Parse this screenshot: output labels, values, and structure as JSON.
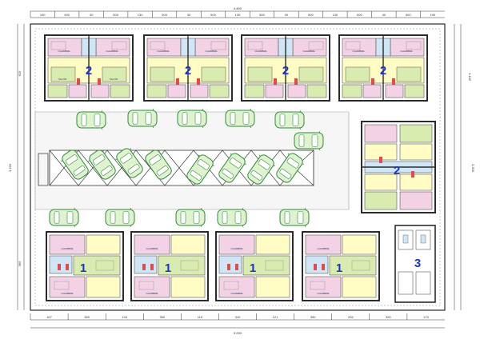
{
  "colors": {
    "wall": "#2b2b2b",
    "room_pink": "#f4d2e6",
    "room_green": "#d9ecb0",
    "room_yellow": "#fffdc4",
    "room_blue": "#cfe6f6",
    "bath": "#e8e8ff",
    "car_fill": "#dff3cf",
    "car_stroke": "#2e8b3a",
    "grass": "#efefef",
    "unit_number": "#1a33cc",
    "dimension": "#333333"
  },
  "units": {
    "top": [
      {
        "number": "2"
      },
      {
        "number": "2"
      },
      {
        "number": "2"
      },
      {
        "number": "2"
      }
    ],
    "right": {
      "number": "2"
    },
    "bottom": [
      {
        "number": "1"
      },
      {
        "number": "1"
      },
      {
        "number": "1"
      },
      {
        "number": "1"
      }
    ],
    "service": {
      "number": "3"
    }
  },
  "room_labels": {
    "bedroom": "CHAMBRE",
    "living": "SALON",
    "kitchen": "CUISINE",
    "terrace": "TERRASSE",
    "bath": "SDB"
  },
  "dimensions": {
    "top_total": "4.800",
    "bottom_total": "9.000",
    "right_top": "1.140",
    "right_total": "3.300",
    "left_total": "3.150",
    "left_top": "615",
    "left_bottom": "360",
    "bottom_parts": [
      "167",
      "350",
      "104",
      "350",
      "119",
      "310",
      "121",
      "350",
      "226",
      "350",
      "170"
    ],
    "top_parts": [
      "190",
      "500",
      "30",
      "500",
      "130",
      "500",
      "30",
      "500",
      "130",
      "500",
      "30",
      "500",
      "130",
      "500",
      "30",
      "500",
      "190"
    ]
  }
}
